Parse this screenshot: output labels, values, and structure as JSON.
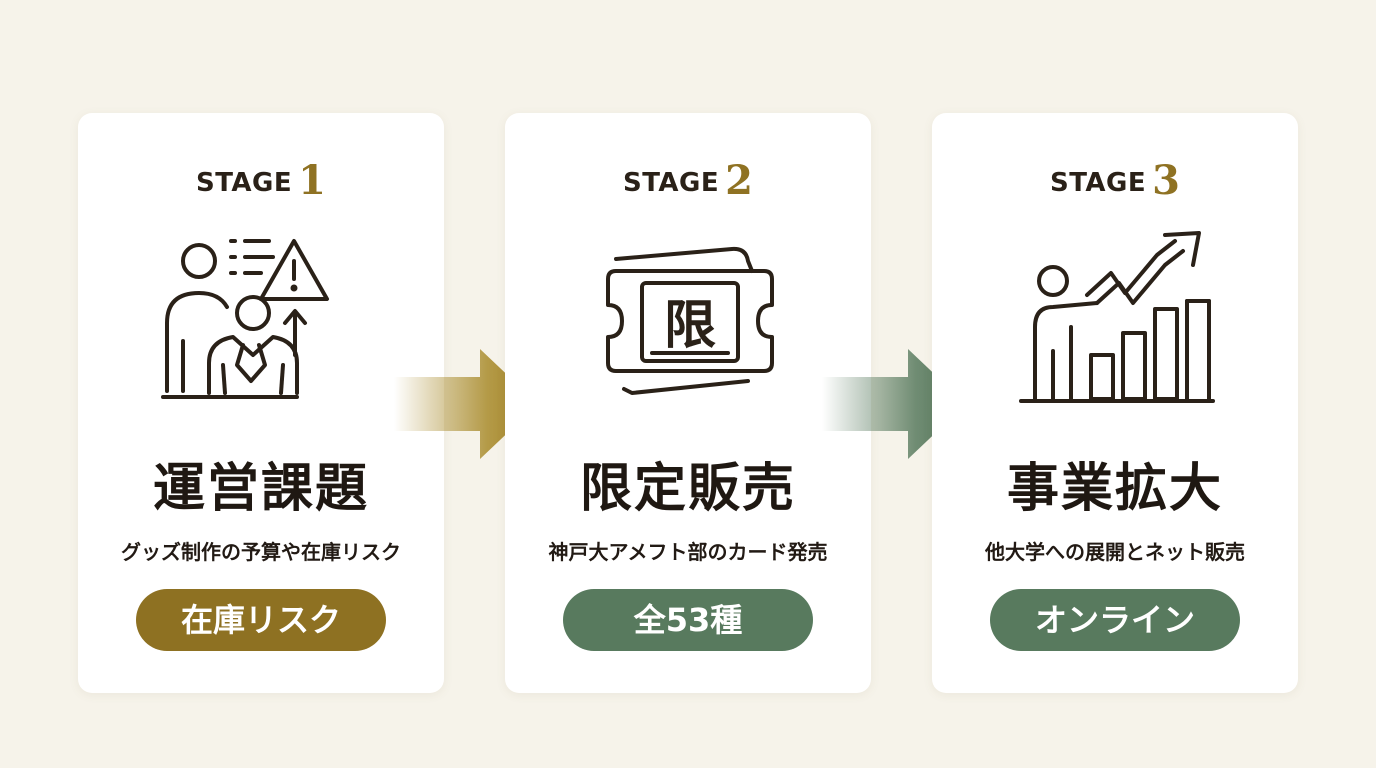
{
  "stages": [
    {
      "label": "STAGE",
      "number": "1",
      "icon": "team-warning-icon",
      "title": "運営課題",
      "subtitle": "グッズ制作の予算や在庫リスク",
      "tag": "在庫リスク",
      "tag_color": "#8e7122"
    },
    {
      "label": "STAGE",
      "number": "2",
      "icon": "limited-ticket-icon",
      "icon_text": "限",
      "title": "限定販売",
      "subtitle": "神戸大アメフト部のカード発売",
      "tag": "全53種",
      "tag_color": "#587a5e"
    },
    {
      "label": "STAGE",
      "number": "3",
      "icon": "growth-chart-icon",
      "title": "事業拡大",
      "subtitle": "他大学への展開とネット販売",
      "tag": "オンライン",
      "tag_color": "#587a5e"
    }
  ],
  "arrows": [
    {
      "icon": "arrow-right-icon",
      "color": "#a88a2a"
    },
    {
      "icon": "arrow-right-icon",
      "color": "#587a5e"
    }
  ],
  "colors": {
    "background": "#f6f3ea",
    "card": "#ffffff",
    "accent_gold": "#8f7223",
    "accent_green": "#587a5e",
    "ink": "#2a2118"
  }
}
